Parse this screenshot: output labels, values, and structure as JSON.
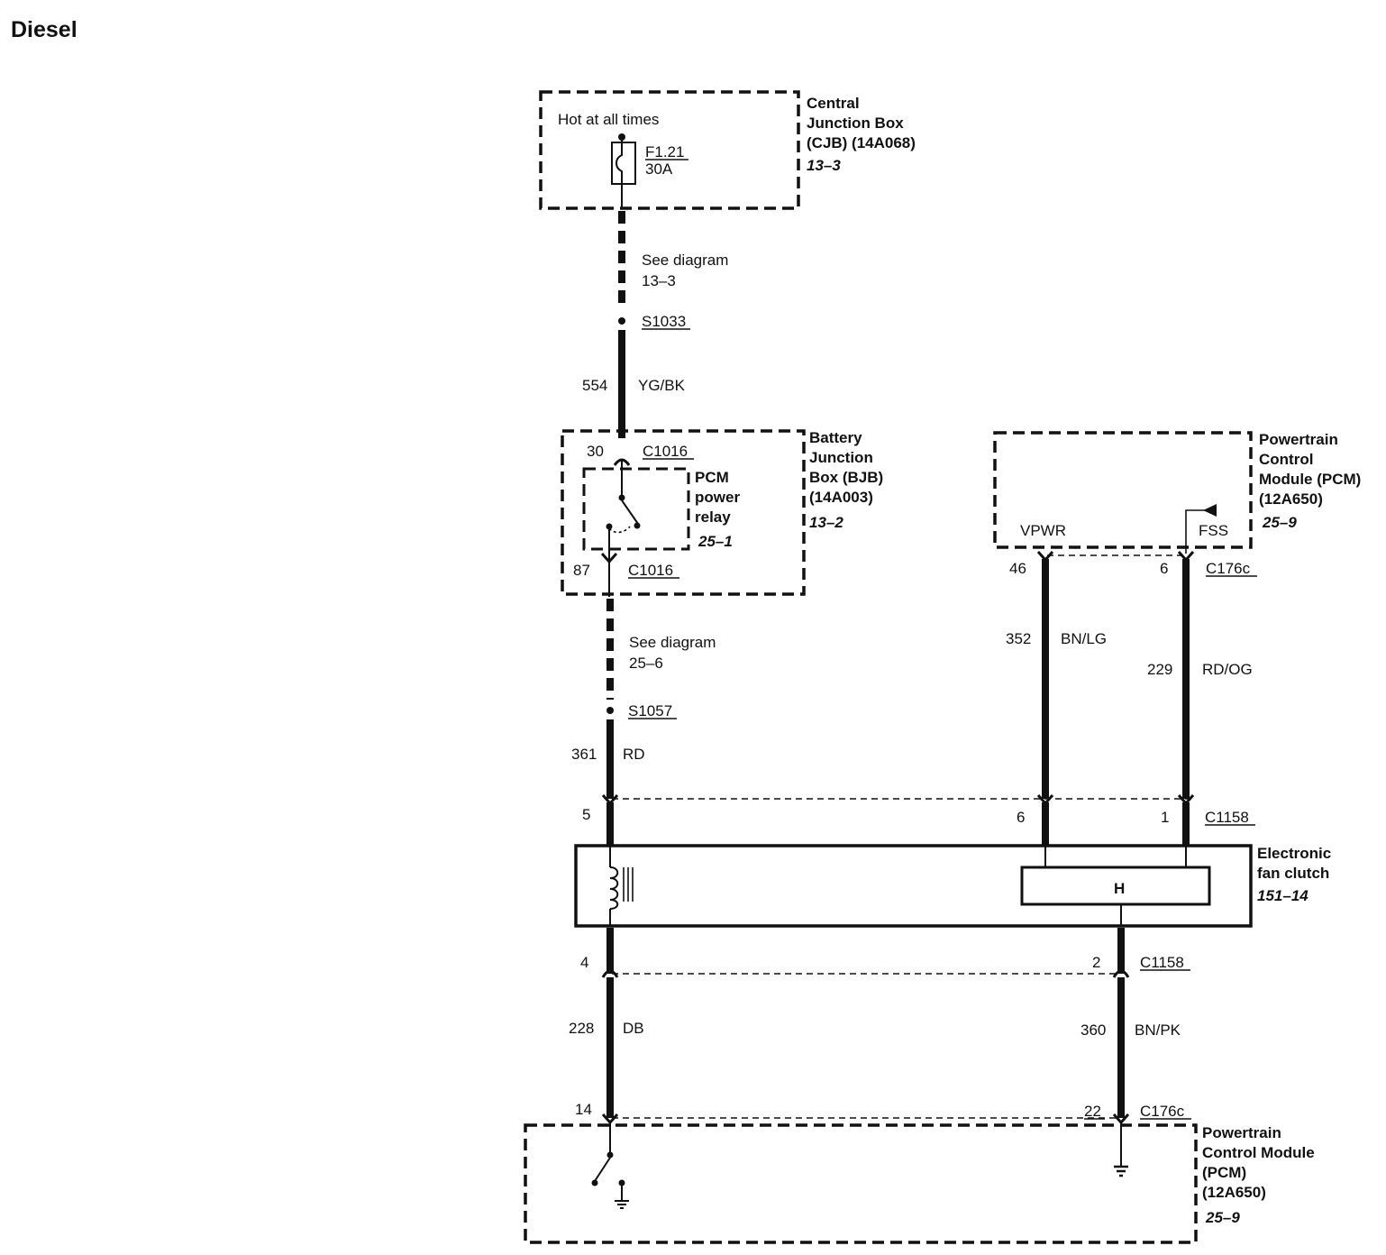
{
  "title": "Diesel",
  "cjb": {
    "label": [
      "Central",
      "Junction Box",
      "(CJB) (14A068)"
    ],
    "ref": "13–3",
    "hot": "Hot at all times",
    "fuse_id": "F1.21",
    "fuse_rating": "30A"
  },
  "wire_top": {
    "see_diagram": [
      "See diagram",
      "13–3"
    ],
    "splice": "S1033",
    "circuit": "554",
    "color": "YG/BK"
  },
  "bjb": {
    "label": [
      "Battery",
      "Junction",
      "Box (BJB)",
      "(14A003)"
    ],
    "ref": "13–2",
    "pin_in": "30",
    "connector_in": "C1016",
    "pin_out": "87",
    "connector_out": "C1016",
    "relay_label": [
      "PCM",
      "power",
      "relay"
    ],
    "relay_ref": "25–1"
  },
  "wire_mid": {
    "see_diagram": [
      "See diagram",
      "25–6"
    ],
    "splice": "S1057",
    "circuit": "361",
    "color": "RD"
  },
  "pcm_top": {
    "label": [
      "Powertrain",
      "Control",
      "Module (PCM)",
      "(12A650)"
    ],
    "ref": "25–9",
    "vpwr": "VPWR",
    "fss": "FSS",
    "pin_vpwr": "46",
    "pin_fss": "6",
    "connector": "C176c"
  },
  "wire_vpwr": {
    "circuit": "352",
    "color": "BN/LG"
  },
  "wire_fss": {
    "circuit": "229",
    "color": "RD/OG"
  },
  "c1158_top": {
    "pin_a": "5",
    "pin_b": "6",
    "pin_c": "1",
    "connector": "C1158"
  },
  "clutch": {
    "label": [
      "Electronic",
      "fan clutch"
    ],
    "ref": "151–14",
    "sensor": "H"
  },
  "c1158_bottom": {
    "pin_a": "4",
    "pin_b": "2",
    "connector": "C1158"
  },
  "wire_db": {
    "circuit": "228",
    "color": "DB"
  },
  "wire_bnpk": {
    "circuit": "360",
    "color": "BN/PK"
  },
  "c176c_bottom": {
    "pin_a": "14",
    "pin_b": "22",
    "connector": "C176c"
  },
  "pcm_bottom": {
    "label": [
      "Powertrain",
      "Control Module",
      "(PCM)",
      "(12A650)"
    ],
    "ref": "25–9"
  }
}
